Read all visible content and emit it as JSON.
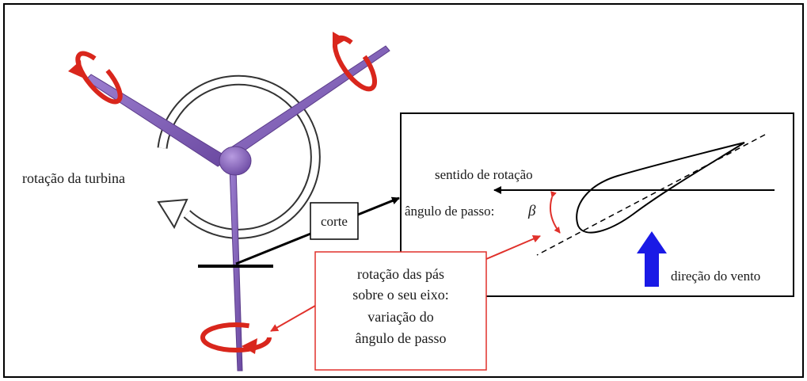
{
  "labels": {
    "turbine_rotation": "rotação da turbina",
    "cut": "corte",
    "rotation_direction": "sentido de rotação",
    "pitch_angle": "ângulo de passo:",
    "pitch_symbol": "β",
    "wind_direction": "direção do vento",
    "blade_rotation_lines": [
      "rotação das pás",
      "sobre o seu eixo:",
      "variação do",
      "ângulo de passo"
    ]
  },
  "colors": {
    "blade": "#7e5bb3",
    "hub": "#8b68c4",
    "red_arrows": "#d9261c",
    "wind_arrow": "#1a1ae6",
    "frame": "#000000",
    "callout_border": "#e0312b"
  }
}
